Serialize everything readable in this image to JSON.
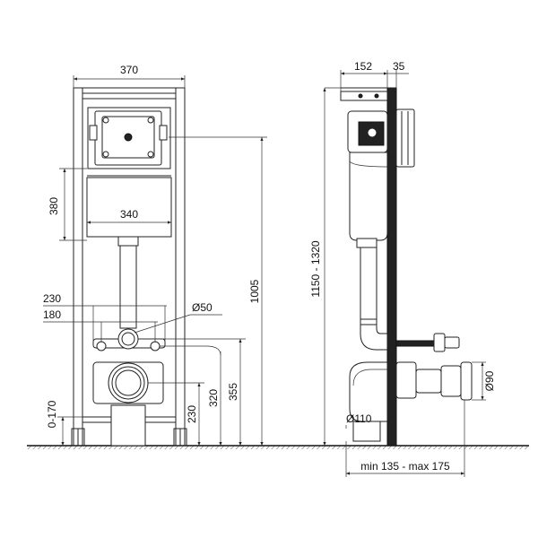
{
  "front_view": {
    "width_total": "370",
    "cistern_width": "340",
    "height_380": "380",
    "spacing_230": "230",
    "spacing_180": "180",
    "pipe_diameter": "Ø50",
    "height_1005": "1005",
    "height_355": "355",
    "height_320": "320",
    "height_230": "230",
    "foot_range": "0-170"
  },
  "side_view": {
    "depth_152": "152",
    "depth_35": "35",
    "height_range": "1150 - 1320",
    "outlet_diameter_110": "Ø110",
    "outlet_diameter_90": "Ø90",
    "wall_distance": "min 135 - max 175"
  }
}
